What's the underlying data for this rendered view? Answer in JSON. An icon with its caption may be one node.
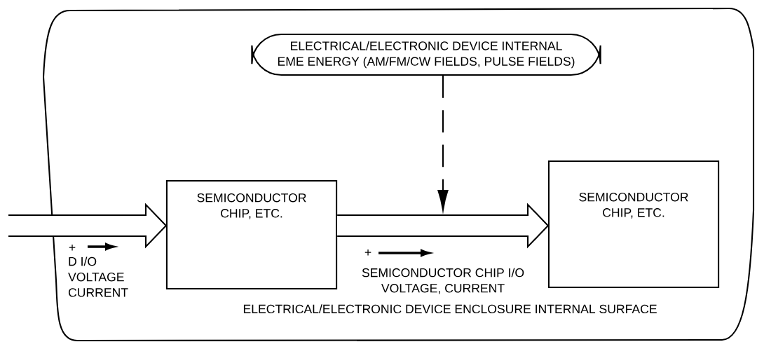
{
  "diagram": {
    "nodes": [
      {
        "text": [
          "ELECTRICAL/ELECTRONIC DEVICE ENCLOSURE INTERNAL SURFACE"
        ]
      },
      {
        "text": [
          "ELECTRICAL/ELECTRONIC DEVICE INTERNAL EME ENERGY (AM/FM/CW FIELDS, PULSE FIELDS)"
        ],
        "in": 0
      },
      {
        "text": [
          "SEMICONDUCTOR CHIP, ETC."
        ],
        "in": 0
      },
      {
        "text": [
          "SEMICONDUCTOR CHIP, ETC."
        ],
        "in": 0
      }
    ],
    "edges": [
      {
        "from": null,
        "to": 2,
        "arrow": "to"
      },
      {
        "from": 2,
        "to": 3,
        "arrow": "to"
      },
      {
        "from": 1,
        "to": null,
        "arrow": "to",
        "style": "dashed"
      }
    ],
    "labels": [
      "+",
      "D I/O VOLTAGE CURRENT",
      "+",
      "SEMICONDUCTOR CHIP I/O VOLTAGE, CURRENT"
    ]
  }
}
